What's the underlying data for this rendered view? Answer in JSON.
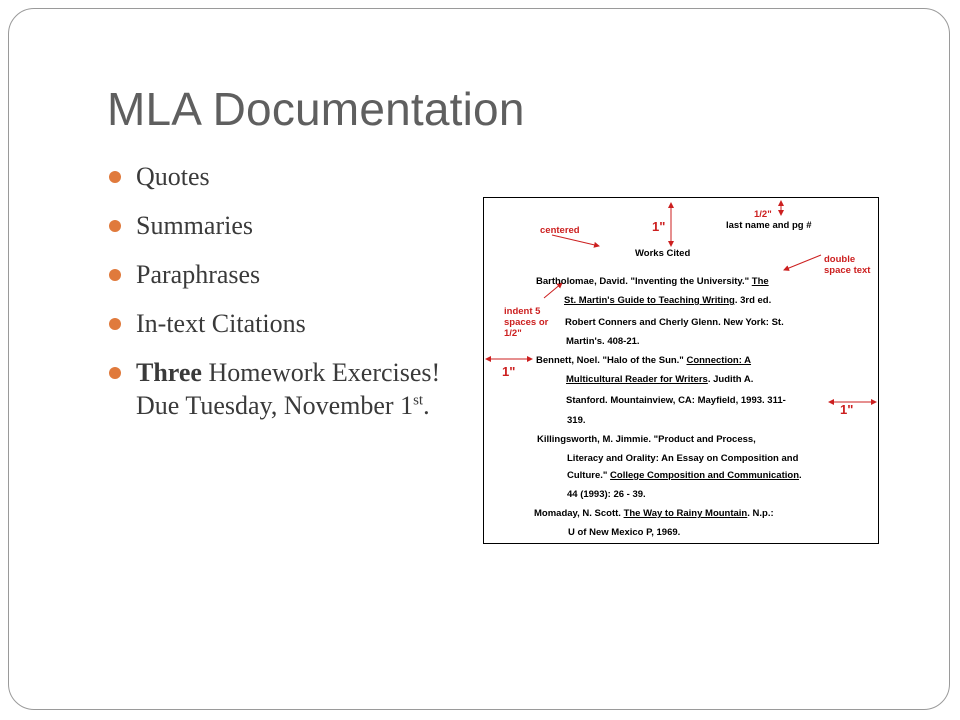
{
  "slide": {
    "title": "MLA Documentation",
    "bullets": [
      {
        "text": "Quotes"
      },
      {
        "text": "Summaries"
      },
      {
        "text": "Paraphrases"
      },
      {
        "text": "In-text Citations"
      },
      {
        "bold": "Three",
        "text": " Homework Exercises!  Due Tuesday, November 1",
        "sup": "st",
        "tail": "."
      }
    ]
  },
  "figure": {
    "annotations": {
      "centered": "centered",
      "top_margin": "1\"",
      "half_inch": "1/2\"",
      "header": "last name and pg #",
      "double_space": "double space text",
      "indent": "indent 5 spaces or 1/2\"",
      "left_margin": "1\"",
      "right_margin": "1\""
    },
    "heading": "Works Cited",
    "lines": {
      "l1a": "Bartholomae, David.  \"Inventing the University.\" ",
      "l1b": "The",
      "l2a": "St. Martin's Guide to Teaching Writing",
      "l2b": ".  3rd ed.",
      "l3": "Robert Conners and Cherly Glenn.  New York: St.",
      "l4": "Martin's.  408-21.",
      "l5a": "Bennett, Noel.  \"Halo of the Sun.\"  ",
      "l5b": "Connection: A",
      "l6a": "Multicultural Reader for Writers",
      "l6b": ".  Judith A.",
      "l7": "Stanford.  Mountainview, CA: Mayfield, 1993.  311-",
      "l8": "319.",
      "l9": "Killingsworth, M. Jimmie.  \"Product and Process,",
      "l10": "Literacy and Orality: An Essay on Composition and",
      "l11a": "Culture.\"  ",
      "l11b": "College Composition and Communication",
      "l11c": ".",
      "l12": "44 (1993): 26 - 39.",
      "l13a": "Momaday, N. Scott.  ",
      "l13b": "The Way to Rainy Mountain",
      "l13c": ".  N.p.:",
      "l14": "U of New Mexico P, 1969."
    },
    "colors": {
      "annotation": "#cc1f1f",
      "bullet": "#e07a3c",
      "title": "#5f5f5f"
    }
  }
}
